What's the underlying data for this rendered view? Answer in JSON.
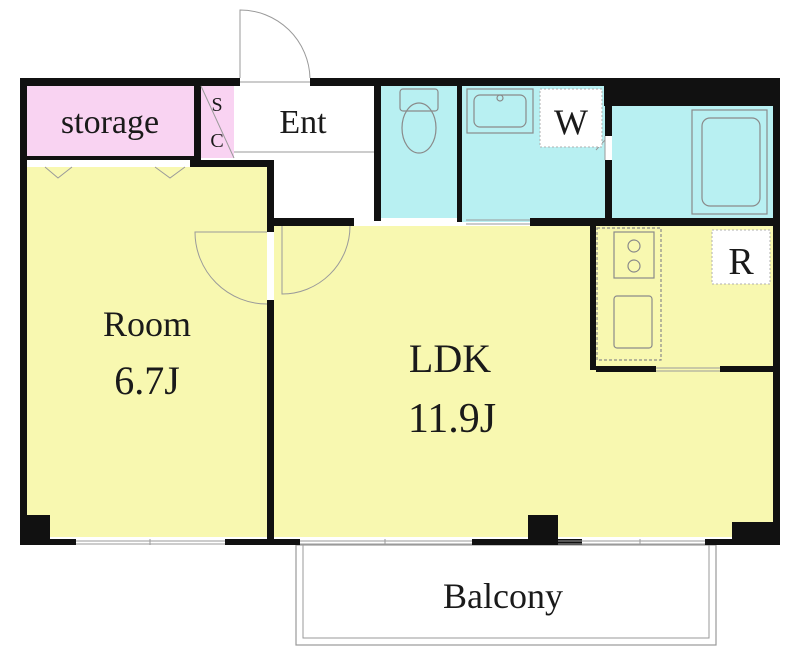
{
  "floorplan": {
    "rooms": {
      "storage": {
        "label": "storage",
        "fill": "#f9d3f2"
      },
      "sc": {
        "label_top": "S",
        "label_bottom": "C",
        "fill": "#f9d3f2"
      },
      "entrance": {
        "label": "Ent",
        "fill": "#ffffff"
      },
      "room": {
        "label": "Room",
        "size": "6.7J",
        "fill": "#f8f8b0"
      },
      "ldk": {
        "label": "LDK",
        "size": "11.9J",
        "fill": "#f8f8b0"
      },
      "washer": {
        "label": "W"
      },
      "fridge": {
        "label": "R"
      },
      "balcony": {
        "label": "Balcony"
      },
      "wet_areas": {
        "fill": "#b8f0f2"
      }
    },
    "colors": {
      "wall": "#111111"
    }
  }
}
